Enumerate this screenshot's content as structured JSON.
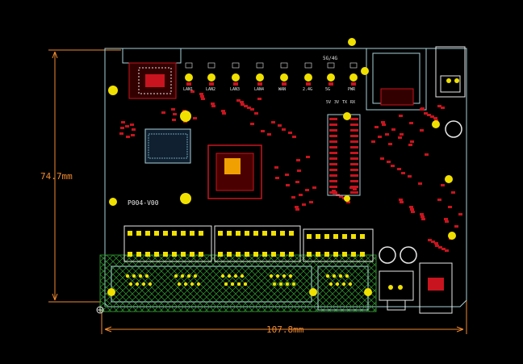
{
  "dimensions": {
    "height_label": "74.7mm",
    "width_label": "107.8mm"
  },
  "board": {
    "silkscreen_label": "P004-V00",
    "led_labels": [
      "LAN1",
      "LAN2",
      "LAN3",
      "LAN4",
      "WAN",
      "2.4G",
      "5G",
      "PWR"
    ],
    "top_label": "5G/4G",
    "small_labels": [
      "5V",
      "3V",
      "TX",
      "RX"
    ]
  },
  "colors": {
    "background": "#000000",
    "outline": "#a8d0d8",
    "copper_red": "#c8141e",
    "pad_yellow": "#f0e000",
    "dimension": "#f08a30",
    "hatch_green": "#2a8a2a",
    "silk_white": "#e8e8e8"
  }
}
